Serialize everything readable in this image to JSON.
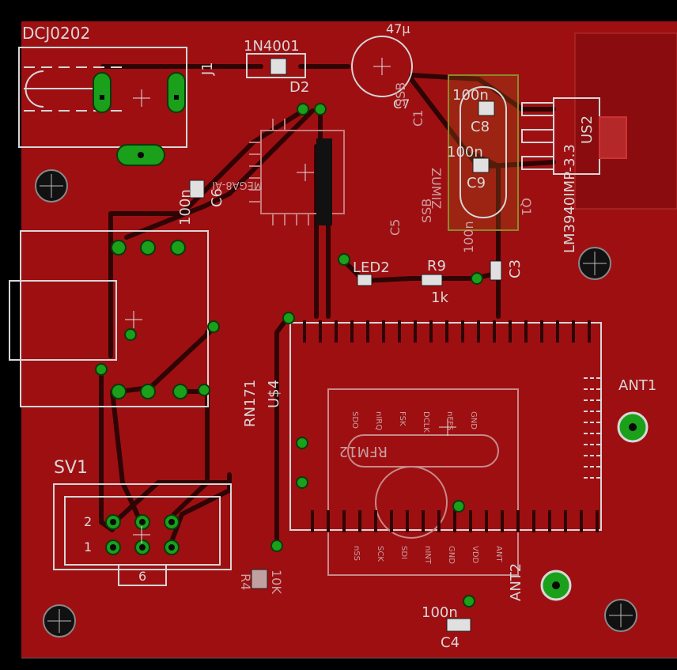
{
  "colors": {
    "board": "#9e0f12",
    "copper": "#3a0606",
    "silk": "#d9d9d9",
    "pad": "#1a9e1a",
    "outline": "#cfcfcf"
  },
  "labels": {
    "dcj": "DCJ0202",
    "j1": "J1",
    "diode_val": "1N4001",
    "diode_ref": "D2",
    "cap47": "47µ",
    "c7": "C7",
    "c8_val": "100n",
    "c8": "C8",
    "c9_val": "100n",
    "c9": "C9",
    "us2": "US2",
    "reg": "LM3940IMP-3.3",
    "c6_val": "100n",
    "c6": "C6",
    "mega": "MEGA8-AI",
    "ssb1": "SSB",
    "c1": "C1",
    "ssb2": "SSB",
    "c5": "C5",
    "crystal": "ZUMIZ",
    "q1": "Q1",
    "led2": "LED2",
    "r9": "R9",
    "r9_val": "1k",
    "c3_val": "100n",
    "c3": "C3",
    "rn171": "RN171",
    "us4": "U$4",
    "rfm": "RFM12",
    "ant1": "ANT1",
    "ant2": "ANT2",
    "sv1": "SV1",
    "pin2": "2",
    "pin1": "1",
    "pin6": "6",
    "r4": "R4",
    "r4_val": "10K",
    "c4_val": "100n",
    "c4": "C4",
    "rfm_pins_top": [
      "SDO",
      "nIRQ",
      "FSK",
      "DCLK",
      "nFFS",
      "GND"
    ],
    "rfm_pins_bot": [
      "nSS",
      "SCK",
      "SDI",
      "nINT",
      "GND",
      "VDD",
      "ANT"
    ]
  }
}
